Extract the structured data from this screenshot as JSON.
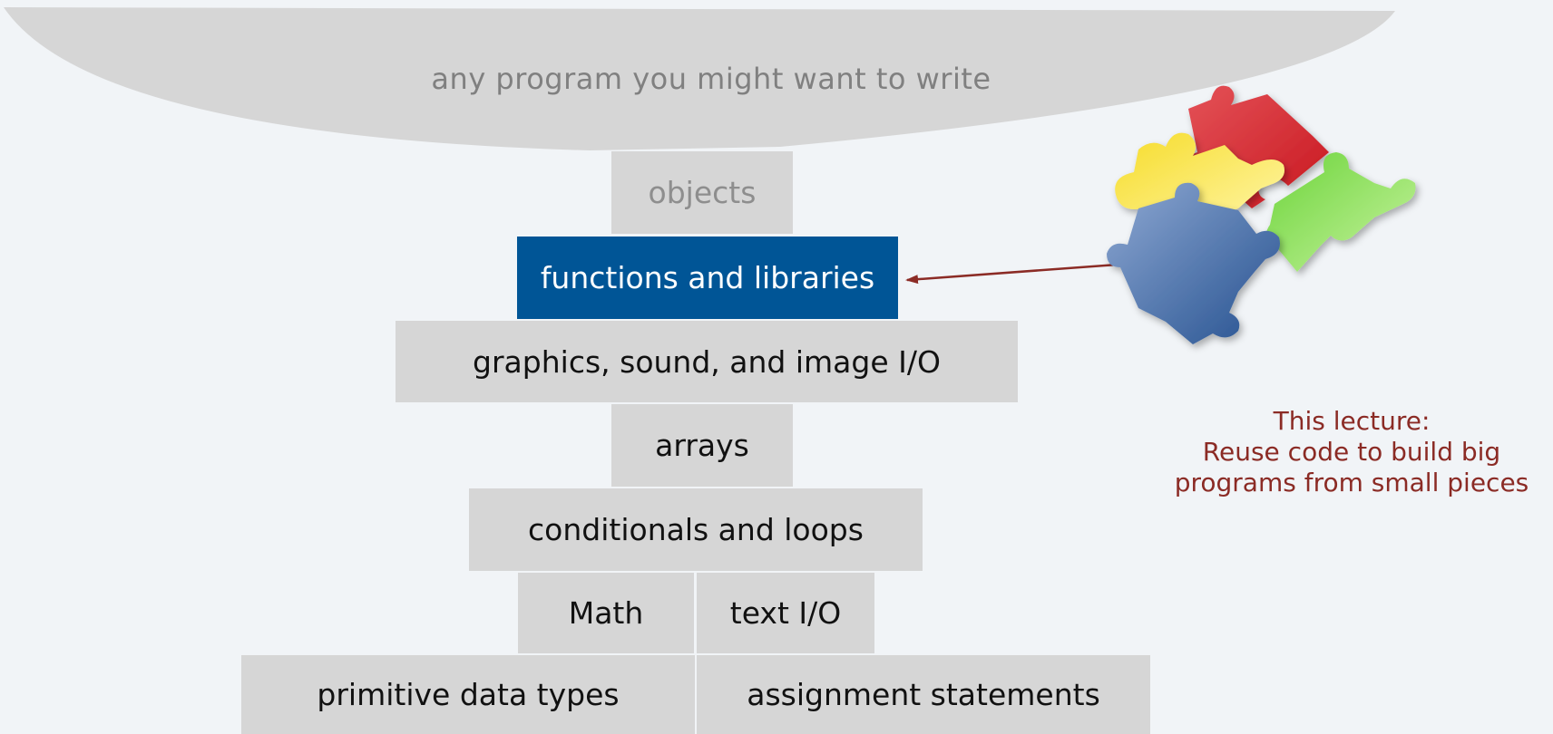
{
  "bowl": {
    "label": "any program you might want to write"
  },
  "stack": {
    "objects": "objects",
    "functions": "functions and libraries",
    "graphics": "graphics, sound, and image I/O",
    "arrays": "arrays",
    "conditionals": "conditionals and loops",
    "math": "Math",
    "text_io": "text I/O",
    "primitive": "primitive data types",
    "assignment": "assignment statements"
  },
  "caption": {
    "line1": "This lecture:",
    "line2": "Reuse code to build big",
    "line3": "programs from small pieces"
  },
  "colors": {
    "highlight": "#005596",
    "block": "#d6d6d6",
    "caption": "#8b2b25",
    "arrow": "#8b2b25",
    "puzzle_yellow": "#f3e04a",
    "puzzle_red": "#d8262c",
    "puzzle_green": "#7fd648",
    "puzzle_blue": "#3f6aa6"
  }
}
